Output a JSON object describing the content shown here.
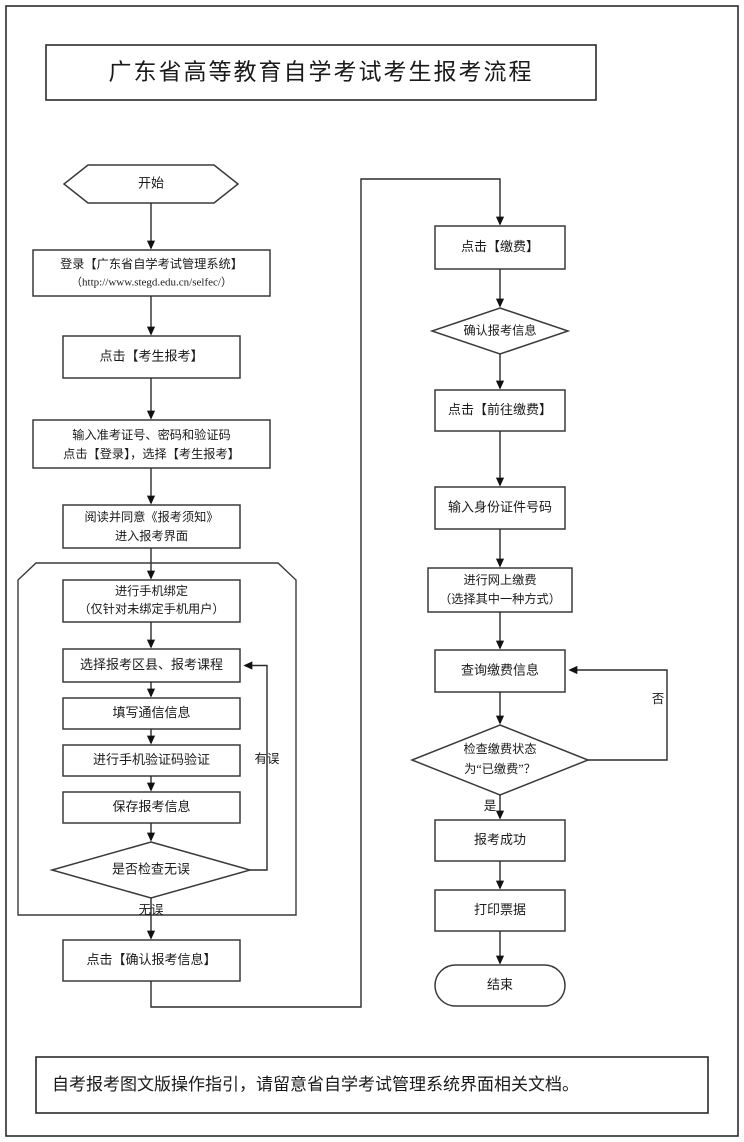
{
  "document": {
    "title": "广东省高等教育自学考试考生报考流程",
    "footer_note": "自考报考图文版操作指引，请留意省自学考试管理系统界面相关文档。"
  },
  "chart_data": {
    "type": "diagram",
    "title": "广东省高等教育自学考试考生报考流程",
    "diagram_kind": "flowchart",
    "orientation": "two-column, top-to-bottom, left column then right column"
  },
  "flow": {
    "left_column": {
      "start": {
        "shape": "hexagon",
        "label": "开始"
      },
      "login": {
        "shape": "rect",
        "line1": "登录【广东省自学考试管理系统】",
        "line2": "（http://www.stegd.edu.cn/selfec/）"
      },
      "click_apply": {
        "shape": "rect",
        "label": "点击【考生报考】"
      },
      "enter_credentials": {
        "shape": "rect",
        "line1": "输入准考证号、密码和验证码",
        "line2": "点击【登录】，选择【考生报考】"
      },
      "read_notice": {
        "shape": "rect",
        "line1": "阅读并同意《报考须知》",
        "line2": "进入报考界面"
      },
      "bind_phone": {
        "shape": "rect",
        "line1": "进行手机绑定",
        "line2": "（仅针对未绑定手机用户）"
      },
      "select_district": {
        "shape": "rect",
        "label": "选择报考区县、报考课程"
      },
      "fill_contact": {
        "shape": "rect",
        "label": "填写通信信息"
      },
      "verify_sms": {
        "shape": "rect",
        "label": "进行手机验证码验证"
      },
      "save_info": {
        "shape": "rect",
        "label": "保存报考信息"
      },
      "check_decision": {
        "shape": "diamond",
        "label": "是否检查无误"
      },
      "confirm_info": {
        "shape": "rect",
        "label": "点击【确认报考信息】"
      },
      "edge_labels": {
        "error_loop": "有误",
        "no_error": "无误"
      }
    },
    "right_column": {
      "click_pay": {
        "shape": "rect",
        "label": "点击【缴费】"
      },
      "confirm_apply_info": {
        "shape": "diamond",
        "label": "确认报考信息"
      },
      "click_goto_pay": {
        "shape": "rect",
        "label": "点击【前往缴费】"
      },
      "enter_id_number": {
        "shape": "rect",
        "label": "输入身份证件号码"
      },
      "online_payment": {
        "shape": "rect",
        "line1": "进行网上缴费",
        "line2": "（选择其中一种方式）"
      },
      "query_payment": {
        "shape": "rect",
        "label": "查询缴费信息"
      },
      "payment_status_decision": {
        "shape": "diamond",
        "line1": "检查缴费状态",
        "line2": "为“已缴费”？"
      },
      "apply_success": {
        "shape": "rect",
        "label": "报考成功"
      },
      "print_receipt": {
        "shape": "rect",
        "label": "打印票据"
      },
      "end": {
        "shape": "stadium",
        "label": "结束"
      },
      "edge_labels": {
        "no_loop": "否",
        "yes": "是"
      }
    }
  },
  "colors": {
    "background": "#ffffff",
    "stroke": "#2b2b2b",
    "node_stroke": "#3a3a3a",
    "text": "#1a1a1a"
  }
}
